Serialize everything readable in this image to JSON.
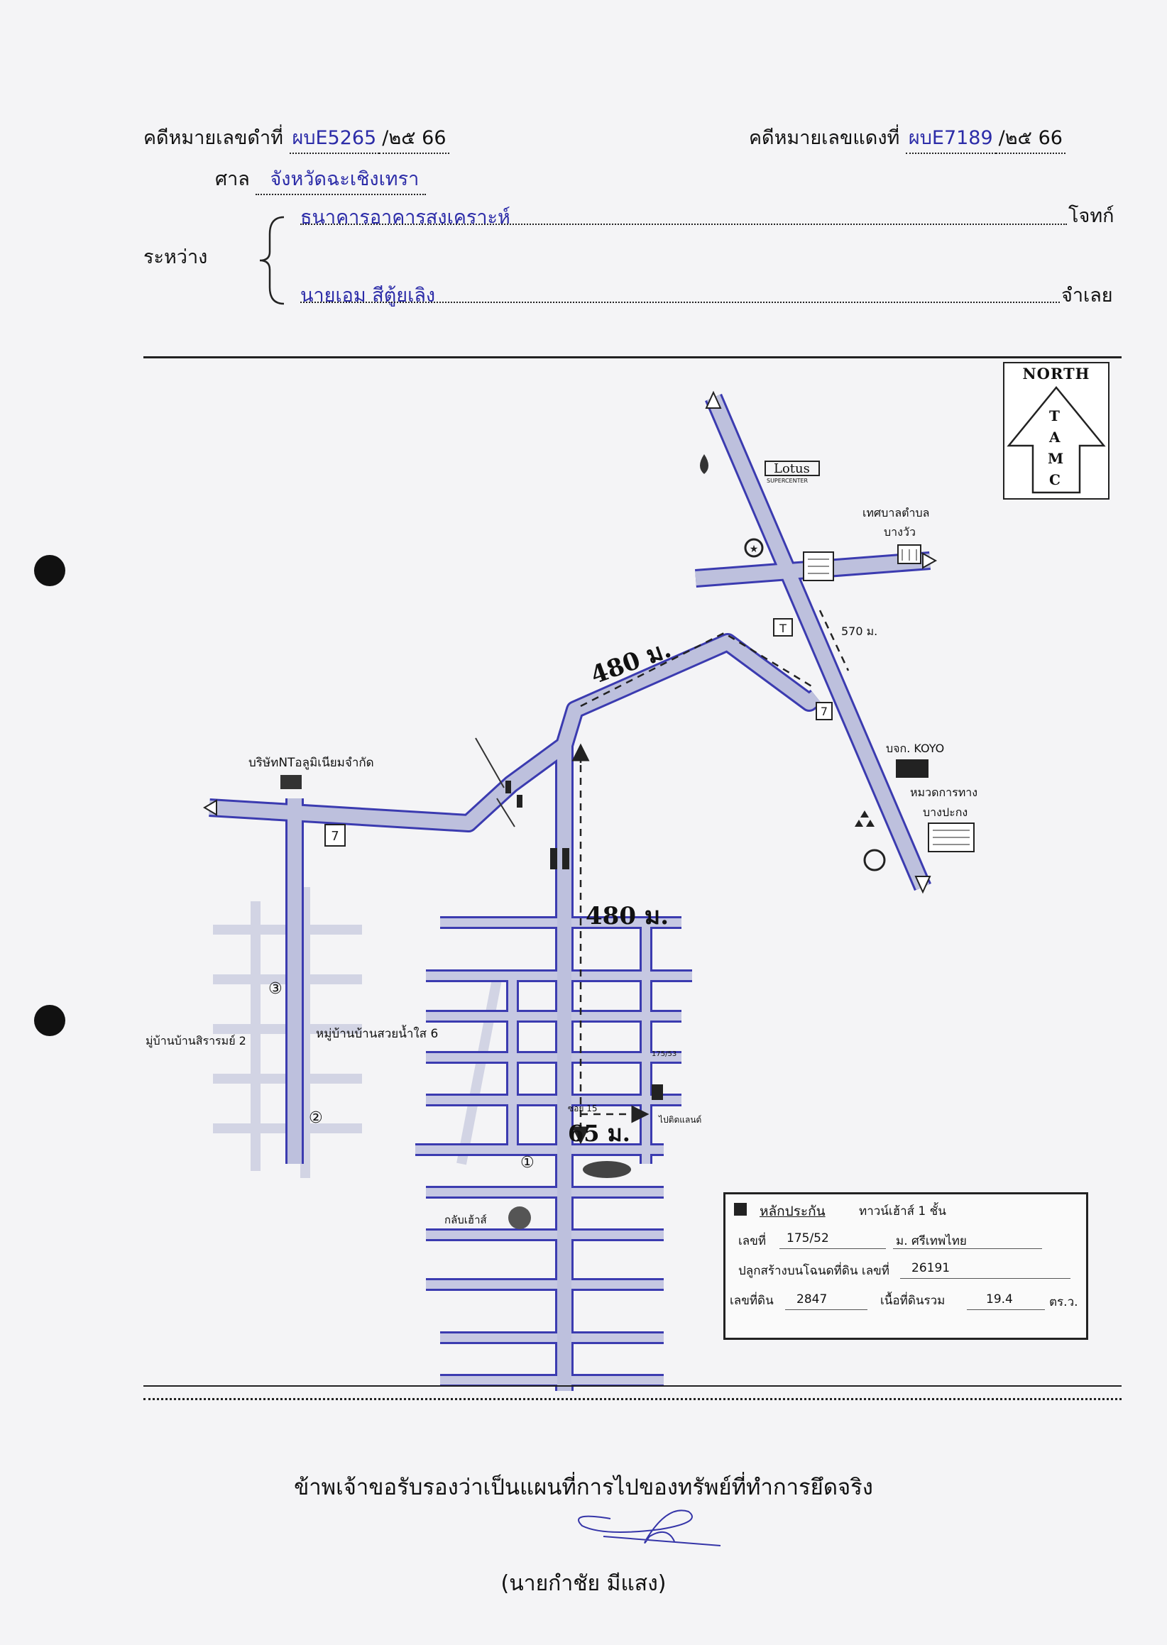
{
  "header": {
    "black_case_label": "คดีหมายเลขดำที่",
    "black_case_no": "ผบE5265",
    "black_case_year": "/๒๕  66",
    "red_case_label": "คดีหมายเลขแดงที่",
    "red_case_no": "ผบE7189",
    "red_case_year": "/๒๕  66",
    "court_label": "ศาล",
    "court_name": "จังหวัดฉะเชิงเทรา",
    "between_label": "ระหว่าง",
    "plaintiff": "ธนาคารอาคารสงเคราะห์",
    "plaintiff_role": "โจทก์",
    "defendant": "นายเอม สีตู้ยเลิง",
    "defendant_role": "จำเลย"
  },
  "north_arrow": {
    "title": "NORTH",
    "letters": [
      "T",
      "A",
      "M",
      "C"
    ]
  },
  "map": {
    "distance_1": "480 ม.",
    "distance_2": "480 ม.",
    "distance_3": "65 ม.",
    "distance_4": "570 ม.",
    "lotus": "Lotus",
    "lotus_sub": "SUPERCENTER",
    "municipality": "เทศบาลตำบล",
    "municipality_2": "บางวัว",
    "koyo": "บจก. KOYO",
    "highway_dept": "หมวดการทาง",
    "highway_dept_2": "บางปะกง",
    "company": "บริษัทNTอลูมิเนียมจำกัด",
    "village_siriram": "มู่บ้านบ้านสิรารมย์ 2",
    "village_suan": "หมู่บ้านบ้านสวยน้ำใส 6",
    "clubhouse": "กลับเฮ้าส์",
    "soi": "ซอย 15",
    "house_no_small": "175/53",
    "house_no_small_2": "ไปติดแลนด์",
    "marker_1": "①",
    "marker_2": "②",
    "marker_3": "③"
  },
  "collateral": {
    "title": "หลักประกัน",
    "type": "ทาวน์เฮ้าส์ 1 ชั้น",
    "no_label": "เลขที่",
    "no_value": "175/52",
    "village_label": "ม. ศรีเทพไทย",
    "deed_label": "ปลูกสร้างบนโฉนดที่ดิน เลขที่",
    "deed_value": "26191",
    "land_no_label": "เลขที่ดิน",
    "land_no_value": "2847",
    "area_label": "เนื้อที่ดินรวม",
    "area_value": "19.4",
    "area_unit": "ตร.ว."
  },
  "footer": {
    "certification": "ข้าพเจ้าขอรับรองว่าเป็นแผนที่การไปของทรัพย์ที่ทำการยึดจริง",
    "signer": "(นายกำชัย มีแสง)"
  },
  "colors": {
    "road": "#b9bcd8",
    "road_edge": "#3b3bb0",
    "ink": "#111111"
  }
}
